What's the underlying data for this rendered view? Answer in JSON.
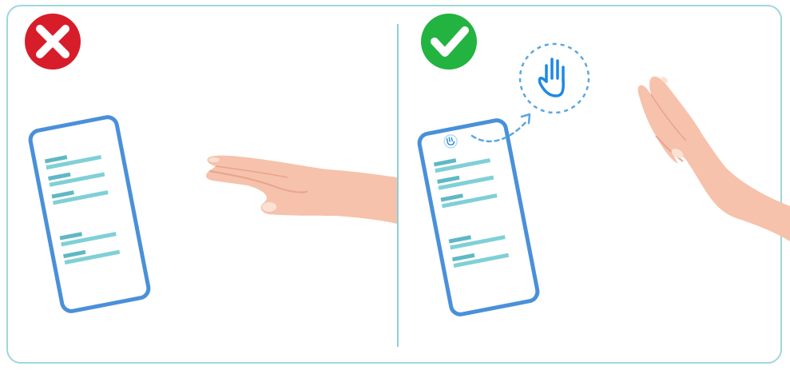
{
  "colors": {
    "frame_border": "#9ed7dc",
    "divider": "#8fcfd6",
    "wrong_badge": "#d81d2a",
    "right_badge": "#22b341",
    "phone_outline": "#4a90d9",
    "text_line": "#7fd0d6",
    "text_line_dark": "#5fb8c4",
    "skin": "#f6c2ab",
    "skin_shadow": "#e8a48c",
    "gesture_icon": "#1e88e5",
    "dashed_circle": "#5aa7e0"
  },
  "panels": [
    {
      "name": "incorrect",
      "badge_icon": "cross-icon",
      "gesture_icon": "none",
      "hand_pose": "flat-palm-down"
    },
    {
      "name": "correct",
      "badge_icon": "check-icon",
      "gesture_icon": "raised-hand-icon",
      "hand_pose": "palm-facing-screen"
    }
  ]
}
